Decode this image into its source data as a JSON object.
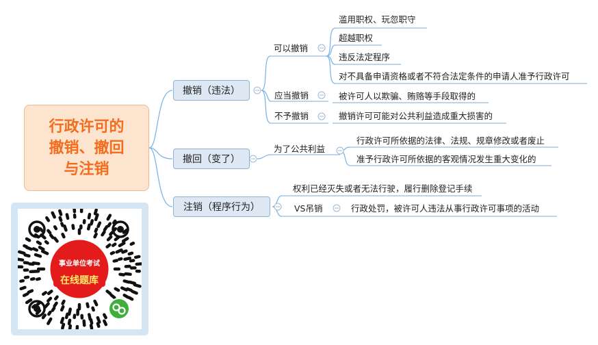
{
  "root": {
    "lines": [
      "行政许可的",
      "撤销、撤回",
      "与注销"
    ]
  },
  "branches": {
    "revoke": {
      "label": "撤销（违法）",
      "groups": {
        "can": {
          "label": "可以撤销",
          "items": [
            "滥用职权、玩忽职守",
            "超越职权",
            "违反法定程序",
            "对不具备申请资格或者不符合法定条件的申请人准予行政许可"
          ]
        },
        "should": {
          "label": "应当撤销",
          "items": [
            "被许可人以欺骗、贿赂等手段取得的"
          ]
        },
        "not": {
          "label": "不予撤销",
          "items": [
            "撤销许可可能对公共利益造成重大损害的"
          ]
        }
      }
    },
    "withdraw": {
      "label": "撤回（变了）",
      "groups": {
        "public": {
          "label": "为了公共利益",
          "items": [
            "行政许可所依据的法律、法规、规章修改或者废止",
            "准予行政许可所依据的客观情况发生重大变化的"
          ]
        }
      }
    },
    "cancel": {
      "label": "注销（程序行为）",
      "items": [
        "权利已经灭失或者无法行驶，履行删除登记手续"
      ],
      "groups": {
        "vs": {
          "label": "VS吊销",
          "items": [
            "行政处罚，被许可人违法从事行政许可事项的活动"
          ]
        }
      }
    }
  },
  "qr": {
    "line1": "事业单位考试",
    "line2": "在线题库"
  },
  "colors": {
    "connector": "#7eb5e6",
    "underline": "#7ca9d6",
    "root_text": "#f26d1e",
    "badge_red": "#e31b1b",
    "wechat_green": "#3fae3d"
  }
}
